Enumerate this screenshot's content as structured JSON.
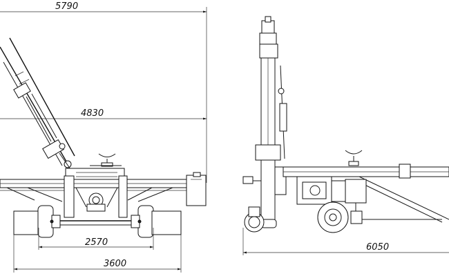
{
  "drawing": {
    "dimensions": {
      "overall_width": "5790",
      "boom_reach": "4830",
      "wheel_track": "2570",
      "base_width": "3600",
      "overall_length": "6050"
    }
  }
}
